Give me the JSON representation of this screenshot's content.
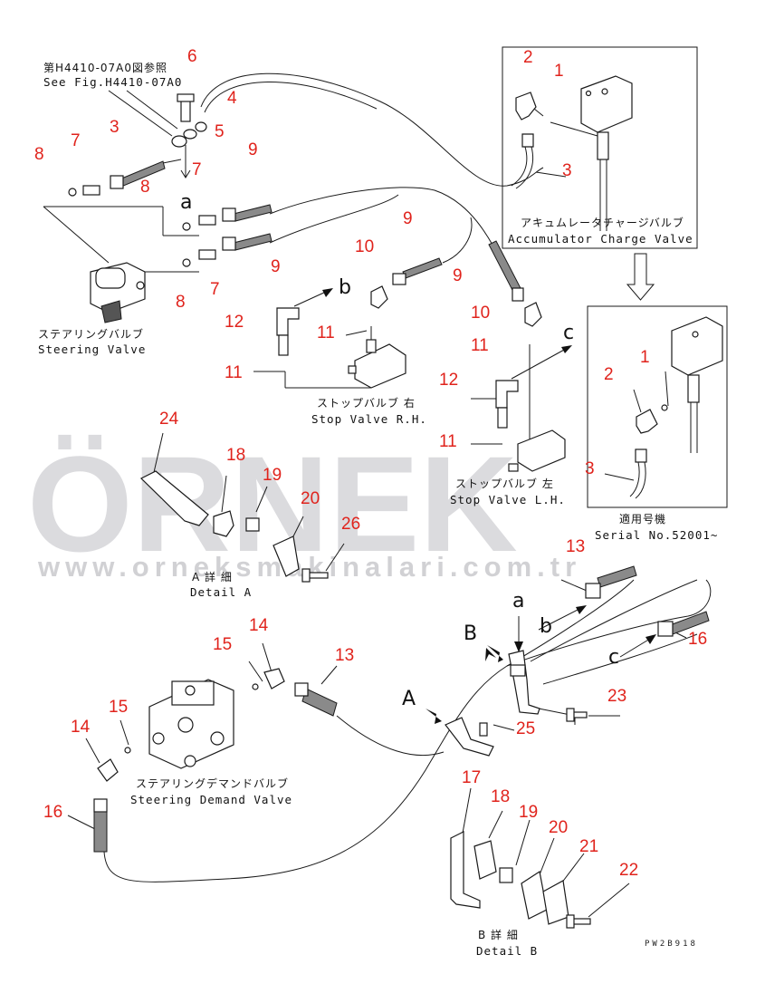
{
  "watermark": {
    "brand": "ÖRNEK",
    "url": "www.orneksmakinalari.com.tr",
    "color": "#cfcfd3",
    "accent": "#e8c85a"
  },
  "labels": {
    "ref_jp": "第H4410-07A0図参照",
    "ref_en": "See Fig.H4410-07A0",
    "acc_jp": "アキュムレータチャージバルブ",
    "acc_en": "Accumulator Charge Valve",
    "steer_jp": "ステアリングバルブ",
    "steer_en": "Steering Valve",
    "stop_rh_jp": "ストップバルブ 右",
    "stop_rh_en": "Stop Valve R.H.",
    "stop_lh_jp": "ストップバルブ 左",
    "stop_lh_en": "Stop Valve L.H.",
    "serial_jp": "適用号機",
    "serial_en": "Serial No.52001~",
    "detail_a_jp": "A 詳 細",
    "detail_a_en": "Detail A",
    "demand_jp": "ステアリングデマンドバルブ",
    "demand_en": "Steering Demand Valve",
    "detail_b_jp": "B 詳 細",
    "detail_b_en": "Detail B",
    "drawing_code": "PW2B918"
  },
  "letters": {
    "a1": "a",
    "b1": "b",
    "c1": "c",
    "a2": "a",
    "b2": "b",
    "c2": "c",
    "A": "A",
    "B": "B"
  },
  "parts": {
    "p6": "6",
    "p4": "4",
    "p5": "5",
    "p3a": "3",
    "p7a": "7",
    "p8a": "8",
    "p7b": "7",
    "p8b": "8",
    "p9a": "9",
    "p9b": "9",
    "p8c": "8",
    "p7c": "7",
    "p9c": "9",
    "p10a": "10",
    "p9d": "9",
    "p12a": "12",
    "p11a": "11",
    "p11b": "11",
    "p2a": "2",
    "p1a": "1",
    "p3b": "3",
    "p10b": "10",
    "p11c": "11",
    "p12b": "12",
    "p11d": "11",
    "p2b": "2",
    "p1b": "1",
    "p3c": "3",
    "p24": "24",
    "p18a": "18",
    "p19a": "19",
    "p20a": "20",
    "p26": "26",
    "p13a": "13",
    "p16a": "16",
    "p23": "23",
    "p25": "25",
    "p14a": "14",
    "p15a": "15",
    "p13b": "13",
    "p15b": "15",
    "p14b": "14",
    "p16b": "16",
    "p17": "17",
    "p18b": "18",
    "p19b": "19",
    "p20b": "20",
    "p21": "21",
    "p22": "22"
  }
}
